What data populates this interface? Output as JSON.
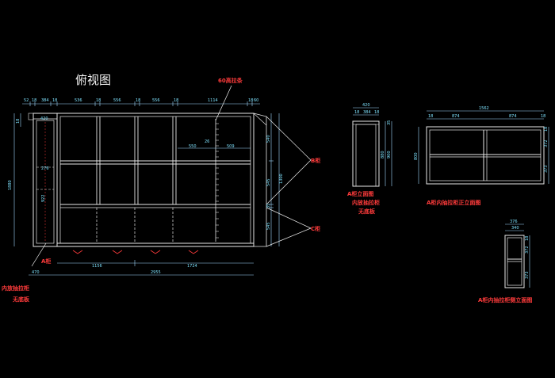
{
  "title": "俯视图",
  "labels": {
    "strip_label": "60高拉条",
    "b_label": "B柜",
    "c_label": "C柜",
    "a_label": "A柜",
    "a_note_1": "内放抽拉柜",
    "a_note_2": "无底板",
    "a_elev_title": "A柜立面图",
    "a_elev_note_1": "内放抽拉柜",
    "a_elev_note_2": "无底板",
    "drawer_front_title": "A柜内抽拉柜正立面图",
    "drawer_side_title": "A柜内抽拉柜侧立面图"
  },
  "dims": {
    "top_row": [
      "52",
      "18",
      "384",
      "18",
      "536",
      "18",
      "556",
      "18",
      "556",
      "18",
      "1114",
      "18",
      "60"
    ],
    "top_inner": "420",
    "left_total": "1880",
    "left_top": "18",
    "center_a": "26",
    "center_b": "550",
    "center_c": "509",
    "a_mid": "276",
    "a_inner": "922",
    "right_1": "540",
    "right_2": "545",
    "right_3": "35",
    "right_4": "545",
    "right_total": "1300",
    "bottom_1": "1156",
    "bottom_2": "1724",
    "bottom_a": "470",
    "bottom_total": "2955",
    "a_elev_w": "420",
    "a_elev_t1": "18",
    "a_elev_t2": "384",
    "a_elev_t3": "18",
    "a_elev_h1": "880",
    "a_elev_h2": "900",
    "a_elev_r": "35",
    "df_total": "1562",
    "df_t1": "18",
    "df_t2": "874",
    "df_t3": "874",
    "df_t4": "18",
    "df_h": "800",
    "df_r1": "372",
    "df_r2": "373",
    "df_r3": "18",
    "ds_w": "376",
    "ds_w2": "340",
    "ds_r1": "18",
    "ds_r2": "372",
    "ds_r3": "373"
  }
}
